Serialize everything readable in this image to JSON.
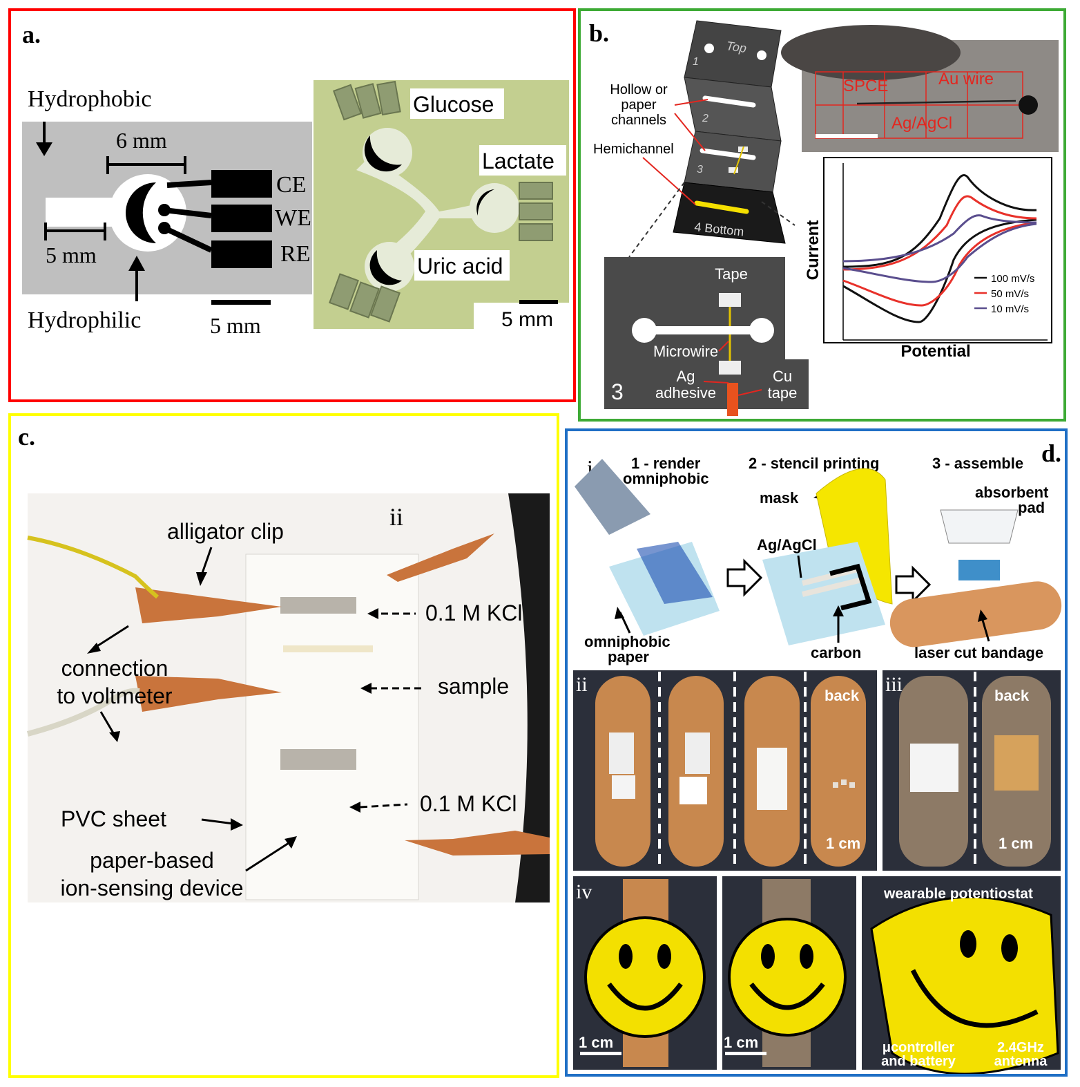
{
  "panels": {
    "a": {
      "letter": "a.",
      "border_color": "#ff0000",
      "hydrophobic": "Hydrophobic",
      "hydrophilic": "Hydrophilic",
      "dim_6mm": "6 mm",
      "dim_5mm": "5 mm",
      "scale_5mm": "5 mm",
      "ce": "CE",
      "we": "WE",
      "re": "RE",
      "glucose": "Glucose",
      "lactate": "Lactate",
      "uric_acid": "Uric acid",
      "photo_scale": "5 mm"
    },
    "b": {
      "letter": "b.",
      "border_color": "#3daa35",
      "top": "Top",
      "n1": "1",
      "n2": "2",
      "n3": "3",
      "bottom": "4  Bottom",
      "hollow": "Hollow or",
      "paper": "paper",
      "channels": "channels",
      "hemichannel": "Hemichannel",
      "tape": "Tape",
      "microwire": "Microwire",
      "layer3": "3",
      "ag": "Ag",
      "adhesive": "adhesive",
      "cu": "Cu",
      "cu_tape": "tape",
      "spce": "SPCE",
      "au_wire": "Au wire",
      "agagcl": "Ag/AgCl",
      "ylabel": "Current",
      "xlabel": "Potential",
      "legend": [
        "100 mV/s",
        "50 mV/s",
        "10 mV/s"
      ],
      "legend_colors": [
        "#111111",
        "#e8312a",
        "#5a4e8e"
      ]
    },
    "c": {
      "letter": "c.",
      "border_color": "#ffff00",
      "ii": "ii",
      "alligator": "alligator clip",
      "kcl_top": "0.1 M KCl",
      "connection": "connection",
      "to_voltmeter": "to voltmeter",
      "sample": "sample",
      "kcl_bottom": "0.1 M KCl",
      "pvc": "PVC sheet",
      "paper_based": "paper-based",
      "ion_sensing": "ion-sensing device"
    },
    "d": {
      "letter": "d.",
      "border_color": "#1f6fc5",
      "i": "i",
      "step1a": "1 - render",
      "step1b": "omniphobic",
      "step2": "2 - stencil printing",
      "step3": "3 - assemble",
      "mask": "mask",
      "agagcl": "Ag/AgCl",
      "absorbent": "absorbent",
      "pad": "pad",
      "omniphobic": "omniphobic",
      "paper": "paper",
      "carbon": "carbon",
      "laser_cut": "laser cut bandage",
      "ii": "ii",
      "iii": "iii",
      "back_ii": "back",
      "back_iii": "back",
      "scale_ii": "1 cm",
      "scale_iii": "1 cm",
      "iv": "iv",
      "wearable": "wearable potentiostat",
      "scale_iv1": "1 cm",
      "scale_iv2": "1 cm",
      "ucontroller": "μcontroller",
      "and_battery": "and battery",
      "ghz": "2.4GHz",
      "antenna": "antenna"
    }
  }
}
